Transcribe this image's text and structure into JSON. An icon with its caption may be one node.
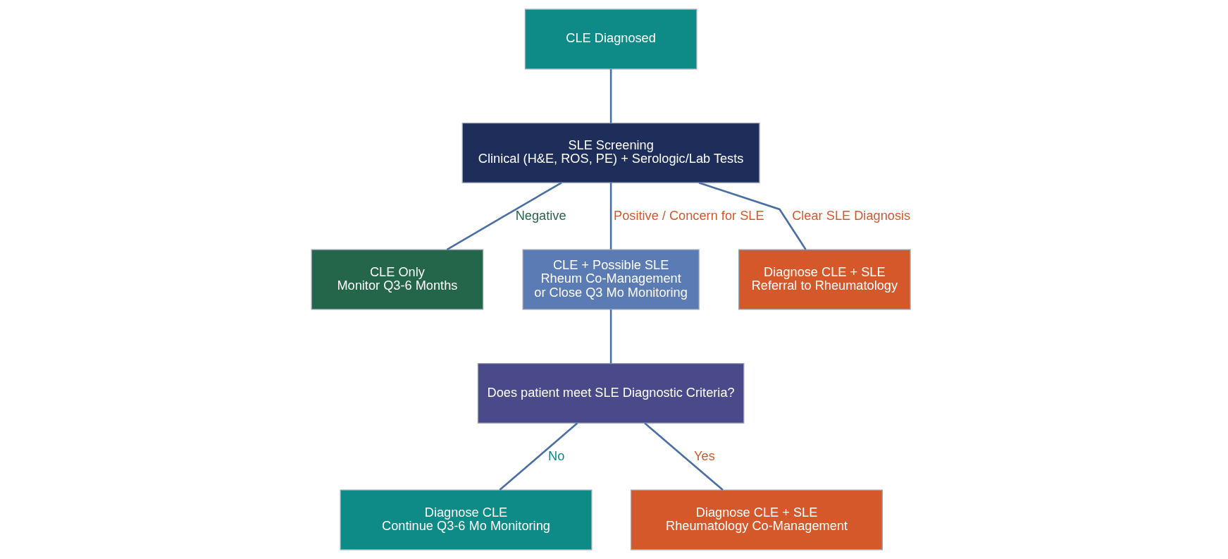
{
  "diagram": {
    "nodes": [
      {
        "text": [
          "CLE Diagnosed"
        ]
      },
      {
        "text": [
          "SLE Screening",
          "Clinical (H&E, ROS, PE) + Serologic/Lab Tests"
        ]
      },
      {
        "text": [
          "CLE Only",
          "Monitor Q3-6 Months"
        ]
      },
      {
        "text": [
          "CLE + Possible SLE",
          "Rheum Co-Management",
          "or Close Q3 Mo Monitoring"
        ]
      },
      {
        "text": [
          "Diagnose CLE + SLE",
          "Referral to Rheumatology"
        ]
      },
      {
        "text": [
          "Does patient meet SLE Diagnostic Criteria?"
        ]
      },
      {
        "text": [
          "Diagnose CLE",
          "Continue Q3-6 Mo Monitoring"
        ]
      },
      {
        "text": [
          "Diagnose CLE + SLE",
          "Rheumatology Co-Management"
        ]
      }
    ],
    "edges": [
      {
        "from": 0,
        "to": 1,
        "arrow": "none"
      },
      {
        "from": 1,
        "to": 2,
        "arrow": "none",
        "label": "Negative"
      },
      {
        "from": 1,
        "to": 3,
        "arrow": "none",
        "label": "Positive / Concern for SLE"
      },
      {
        "from": 1,
        "to": 4,
        "arrow": "none",
        "label": "Clear SLE Diagnosis"
      },
      {
        "from": 3,
        "to": 5,
        "arrow": "none"
      },
      {
        "from": 5,
        "to": 6,
        "arrow": "none",
        "label": "No"
      },
      {
        "from": 5,
        "to": 7,
        "arrow": "none",
        "label": "Yes"
      }
    ]
  }
}
